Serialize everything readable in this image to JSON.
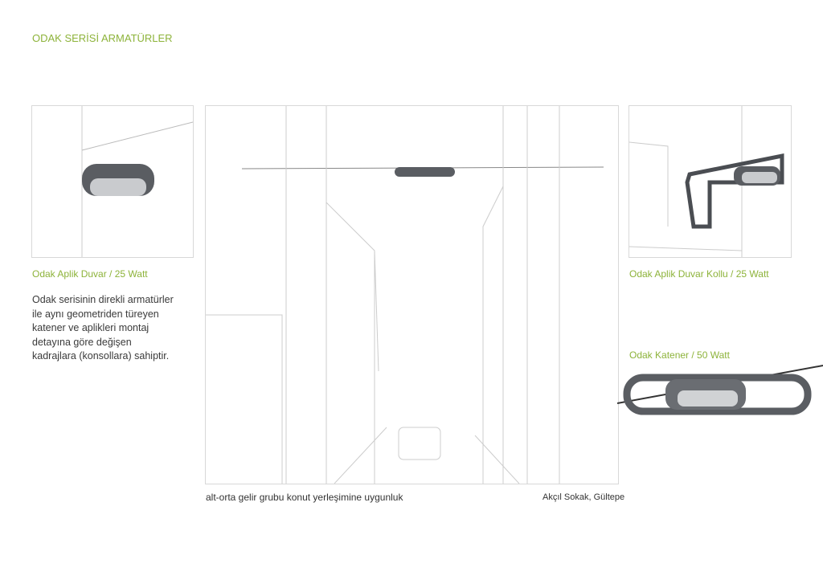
{
  "page_title": "ODAK SERİSİ ARMATÜRLER",
  "left": {
    "caption": "Odak Aplik Duvar / 25 Watt",
    "description": "Odak serisinin direkli armatürler ile aynı geometriden türeyen katener ve aplikleri montaj detayına göre değişen kadrajlara (konsollara) sahiptir."
  },
  "center": {
    "caption": "alt-orta gelir grubu konut yerleşimine uygunluk",
    "location": "Akçıl Sokak, Gültepe"
  },
  "right": {
    "caption_top": "Odak Aplik Duvar Kollu / 25 Watt",
    "caption_bottom": "Odak Katener / 50 Watt"
  }
}
